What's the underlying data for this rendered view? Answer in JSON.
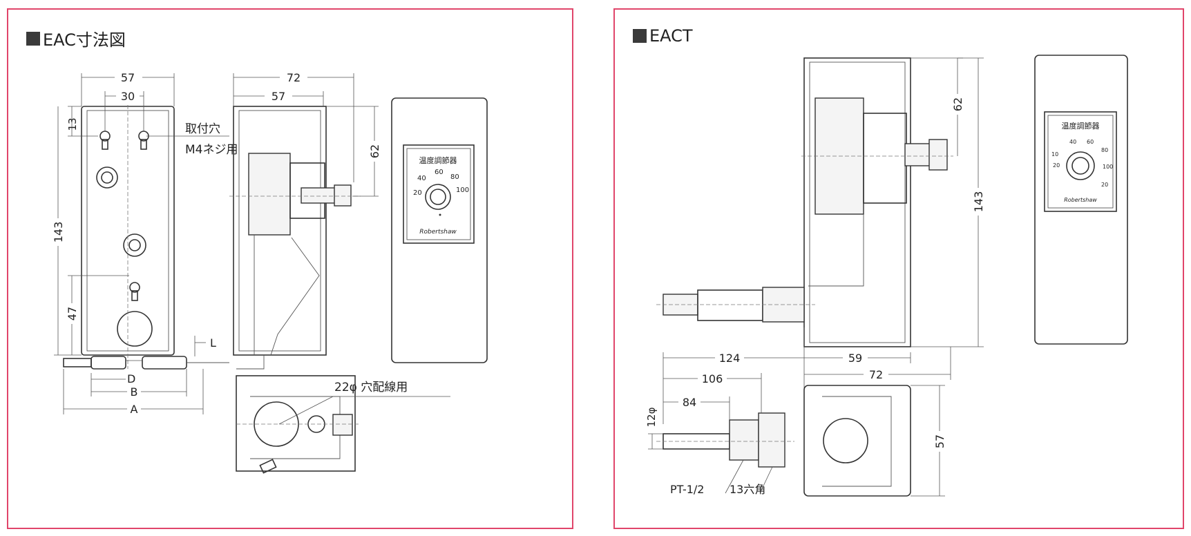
{
  "left": {
    "title": "EAC寸法図",
    "dims": {
      "w57": "57",
      "w30": "30",
      "h13": "13",
      "h143": "143",
      "h47": "47",
      "w72": "72",
      "w57b": "57",
      "h62": "62",
      "L": "L",
      "D": "D",
      "B": "B",
      "A": "A"
    },
    "notes": {
      "mount_hole_1": "取付穴",
      "mount_hole_2": "M4ネジ用",
      "wiring_hole": "22φ 穴配線用"
    },
    "faceplate": {
      "label": "温度調節器",
      "scale": [
        "20",
        "40",
        "60",
        "80",
        "100"
      ],
      "brand": "Robertshaw"
    }
  },
  "right": {
    "title": "EACT",
    "dims": {
      "h62": "62",
      "h143": "143",
      "w124": "124",
      "w59": "59",
      "w72": "72",
      "w106": "106",
      "w84": "84",
      "d12": "12φ",
      "h57": "57"
    },
    "notes": {
      "thread": "PT-1/2",
      "hex": "13六角"
    },
    "faceplate": {
      "label": "温度調節器",
      "scale": [
        "10",
        "20",
        "40",
        "60",
        "80",
        "100",
        "20"
      ],
      "brand": "Robertshaw"
    }
  }
}
